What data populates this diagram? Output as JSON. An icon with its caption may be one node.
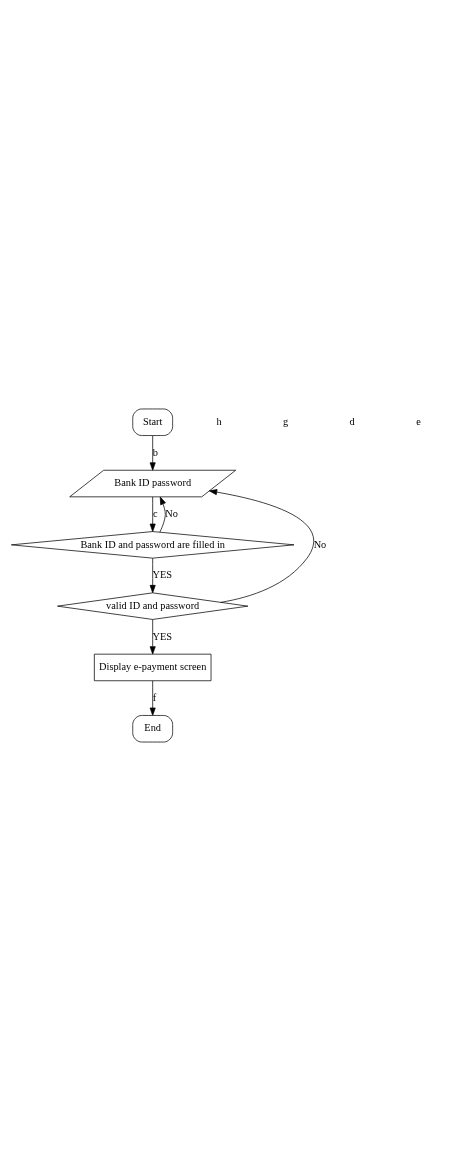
{
  "diagram": {
    "nodes": [
      {
        "text": [
          "Start"
        ]
      },
      {
        "text": [
          "Bank ID password"
        ]
      },
      {
        "text": [
          "Bank ID and password are filled in"
        ]
      },
      {
        "text": [
          "valid ID and password"
        ]
      },
      {
        "text": [
          "Display e-payment screen"
        ]
      },
      {
        "text": [
          "End"
        ]
      }
    ],
    "edges": [
      {
        "from": 0,
        "to": 1,
        "arrow": "to",
        "label": "b"
      },
      {
        "from": 1,
        "to": 2,
        "arrow": "to",
        "label": "c"
      },
      {
        "from": 2,
        "to": 3,
        "arrow": "to",
        "label": "YES"
      },
      {
        "from": 3,
        "to": 4,
        "arrow": "to",
        "label": "YES"
      },
      {
        "from": 4,
        "to": 5,
        "arrow": "to",
        "label": "f"
      },
      {
        "from": 2,
        "to": 1,
        "arrow": "to",
        "label": "No"
      },
      {
        "from": 3,
        "to": 1,
        "arrow": "to",
        "label": "No"
      }
    ],
    "labels": [
      "h",
      "g",
      "d",
      "e"
    ]
  }
}
